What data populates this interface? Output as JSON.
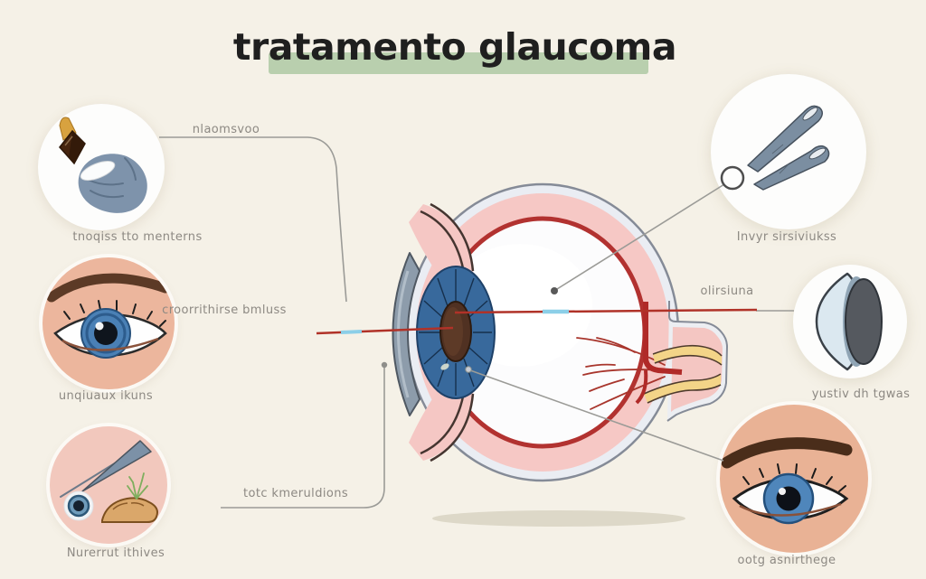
{
  "background_color": "#f5f1e7",
  "title": {
    "text": "tratamento glaucoma",
    "highlight_color": "#b3cba7"
  },
  "callouts": [
    {
      "id": "eye-drops",
      "icon": "eye-drops-hand-icon",
      "leader_label": "nlaomsvoo",
      "caption": "tnoqiss tto menterns"
    },
    {
      "id": "eye-closeup-left",
      "icon": "eye-closeup-icon",
      "caption": "unqiuaux ikuns"
    },
    {
      "id": "laser-surgery",
      "icon": "surgical-probe-eye-icon",
      "leader_label": "totc kmeruldions",
      "caption": "Nurerrut ithives"
    },
    {
      "id": "scalpels",
      "icon": "scalpel-pair-icon",
      "caption": "Invyr sirsiviukss"
    },
    {
      "id": "intraocular-lens",
      "icon": "intraocular-lens-icon",
      "caption": "yustiv dh tgwas"
    },
    {
      "id": "eye-closeup-right",
      "icon": "eye-closeup-icon",
      "caption": "ootg asnirthege"
    }
  ],
  "diagram_labels": {
    "axis_left": "croorrithirse bmluss",
    "optic_area": "olirsiuna"
  },
  "colors": {
    "axis_red": "#b03228",
    "axis_blue": "#8ccfe8",
    "leader_gray": "#9b9b97",
    "iris_blue": "#38699c",
    "choroid_pink": "#f6c8c5",
    "retina_red": "#b23230",
    "nerve_yellow": "#f3d488"
  }
}
